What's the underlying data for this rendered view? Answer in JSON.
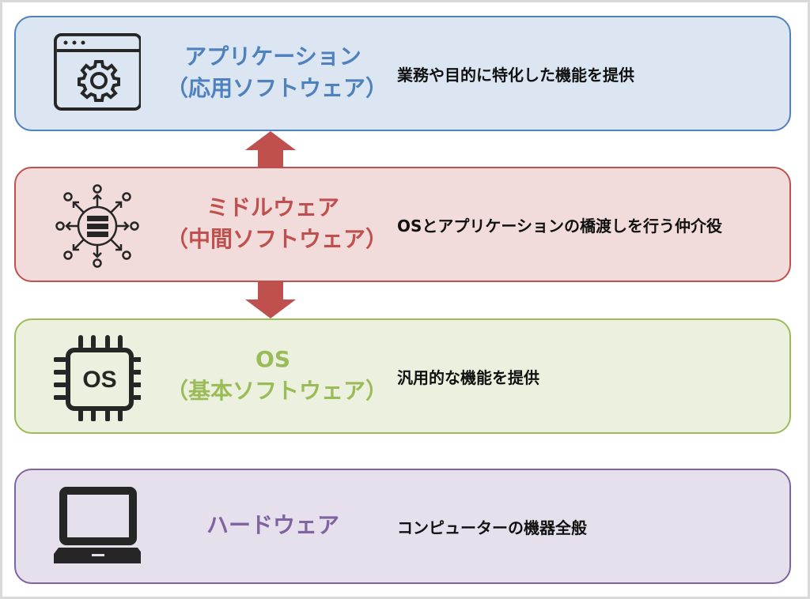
{
  "layers": [
    {
      "title_line1": "アプリケーション",
      "title_line2": "（応用ソフトウェア）",
      "description": "業務や目的に特化した機能を提供",
      "icon": "app-window-gear-icon",
      "color": "#4f81bd"
    },
    {
      "title_line1": "ミドルウェア",
      "title_line2": "（中間ソフトウェア）",
      "description": "OSとアプリケーションの橋渡しを行う仲介役",
      "icon": "server-network-icon",
      "color": "#c0504d"
    },
    {
      "title_line1": "OS",
      "title_line2": "（基本ソフトウェア）",
      "description": "汎用的な機能を提供",
      "icon": "cpu-chip-os-icon",
      "icon_label": "OS",
      "color": "#9bbb59"
    },
    {
      "title_line1": "ハードウェア",
      "description": "コンピューターの機器全般",
      "icon": "laptop-icon",
      "color": "#8064a2"
    }
  ],
  "arrow_color": "#c0504d"
}
